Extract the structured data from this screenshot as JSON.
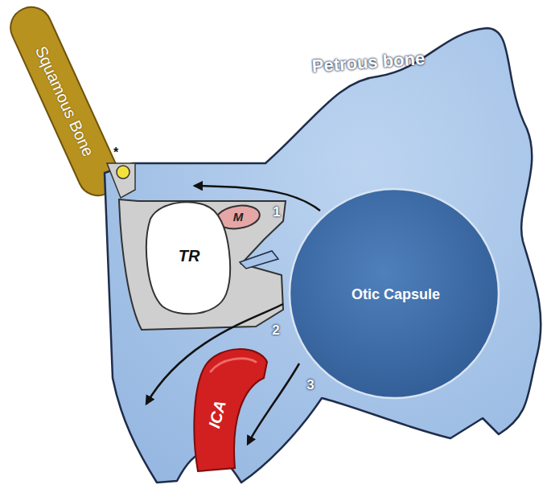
{
  "diagram": {
    "nodes": [
      {
        "text": [
          "Squamous Bone"
        ]
      },
      {
        "text": [
          "Petrous bone"
        ]
      },
      {
        "text": [
          "M"
        ],
        "in": 1
      },
      {
        "text": [
          "TR"
        ],
        "in": 1
      },
      {
        "text": [
          "Otic Capsule"
        ],
        "in": 1
      },
      {
        "text": [
          "ICA"
        ]
      }
    ],
    "labels": [
      "*",
      "1",
      "2",
      "3"
    ]
  }
}
